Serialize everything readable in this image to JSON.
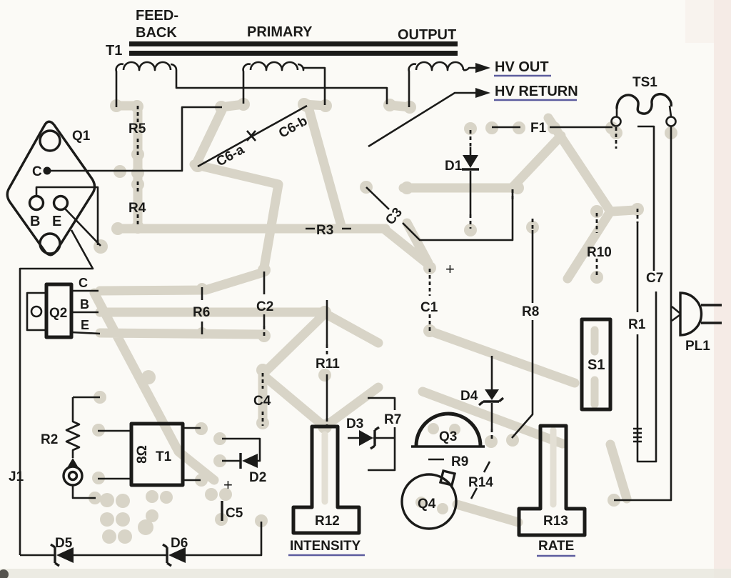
{
  "title_labels": {
    "t1_core": "T1",
    "feedback_line1": "FEED-",
    "feedback_line2": "BACK",
    "primary": "PRIMARY",
    "output": "OUTPUT",
    "hv_out": "HV OUT",
    "hv_return": "HV RETURN"
  },
  "components": {
    "q1": "Q1",
    "q1_c": "C",
    "q1_b": "B",
    "q1_e": "E",
    "r5": "R5",
    "r4": "R4",
    "r3": "R3",
    "c6a": "C6-a",
    "c6b": "C6-b",
    "c3": "C3",
    "d1": "D1",
    "f1": "F1",
    "ts1": "TS1",
    "r10": "R10",
    "c7": "C7",
    "r1": "R1",
    "r8": "R8",
    "pl1": "PL1",
    "s1": "S1",
    "q2": "Q2",
    "q2_c": "C",
    "q2_b": "B",
    "q2_e": "E",
    "r6": "R6",
    "c2": "C2",
    "c1": "C1",
    "c1_plus": "+",
    "r11": "R11",
    "c4": "C4",
    "r2": "R2",
    "t1_module": "T1",
    "t1_impedance": "8Ω",
    "j1": "J1",
    "d2": "D2",
    "d2_plus": "+",
    "c5": "C5",
    "d5": "D5",
    "d6": "D6",
    "r12": "R12",
    "r12_function": "INTENSITY",
    "d3": "D3",
    "r7": "R7",
    "q3": "Q3",
    "r9": "R9",
    "q4": "Q4",
    "r14": "R14",
    "d4": "D4",
    "r13": "R13",
    "r13_function": "RATE"
  },
  "colors": {
    "ink": "#1b1b19",
    "copper_trace": "#d8d4c7",
    "paper": "#fbfaf6",
    "underline": "#5c5c9e"
  }
}
